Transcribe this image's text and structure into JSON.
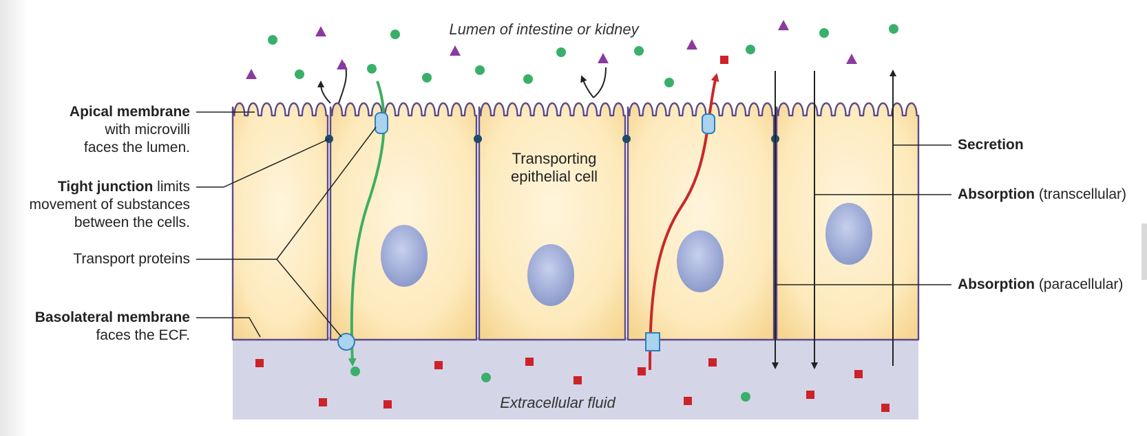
{
  "lumen_label": "Lumen of intestine or kidney",
  "ecf_label": "Extracellular fluid",
  "cell_label": [
    "Transporting",
    "epithelial cell"
  ],
  "left_labels": {
    "apical": {
      "bold": "Apical membrane",
      "lines": [
        "with microvilli",
        "faces the lumen."
      ]
    },
    "tight_junction": {
      "bold": "Tight junction",
      "suffix": " limits",
      "lines": [
        "movement of substances",
        "between the cells."
      ]
    },
    "transport_proteins": {
      "text": "Transport proteins"
    },
    "basolateral": {
      "bold": "Basolateral membrane",
      "lines": [
        "faces the ECF."
      ]
    }
  },
  "right_labels": {
    "secretion": {
      "bold": "Secretion",
      "rest": ""
    },
    "transcellular": {
      "bold": "Absorption",
      "rest": " (transcellular)"
    },
    "paracellular": {
      "bold": "Absorption",
      "rest": " (paracellular)"
    }
  },
  "colors": {
    "cell_fill": "#fde7b5",
    "membrane": "#5a4a8a",
    "ecf": "#d5d5e8",
    "nucleus": "#9aa8d6",
    "green_path": "#3fae5f",
    "red_path": "#c8282a",
    "protein": "#a9d3ee",
    "junction": "#1f4a6e",
    "green_dot": "#39b06a",
    "purple_triangle": "#8b3a9e",
    "red_square": "#cc2229"
  },
  "icons": [
    "circle-molecule-icon",
    "triangle-molecule-icon",
    "square-molecule-icon"
  ]
}
